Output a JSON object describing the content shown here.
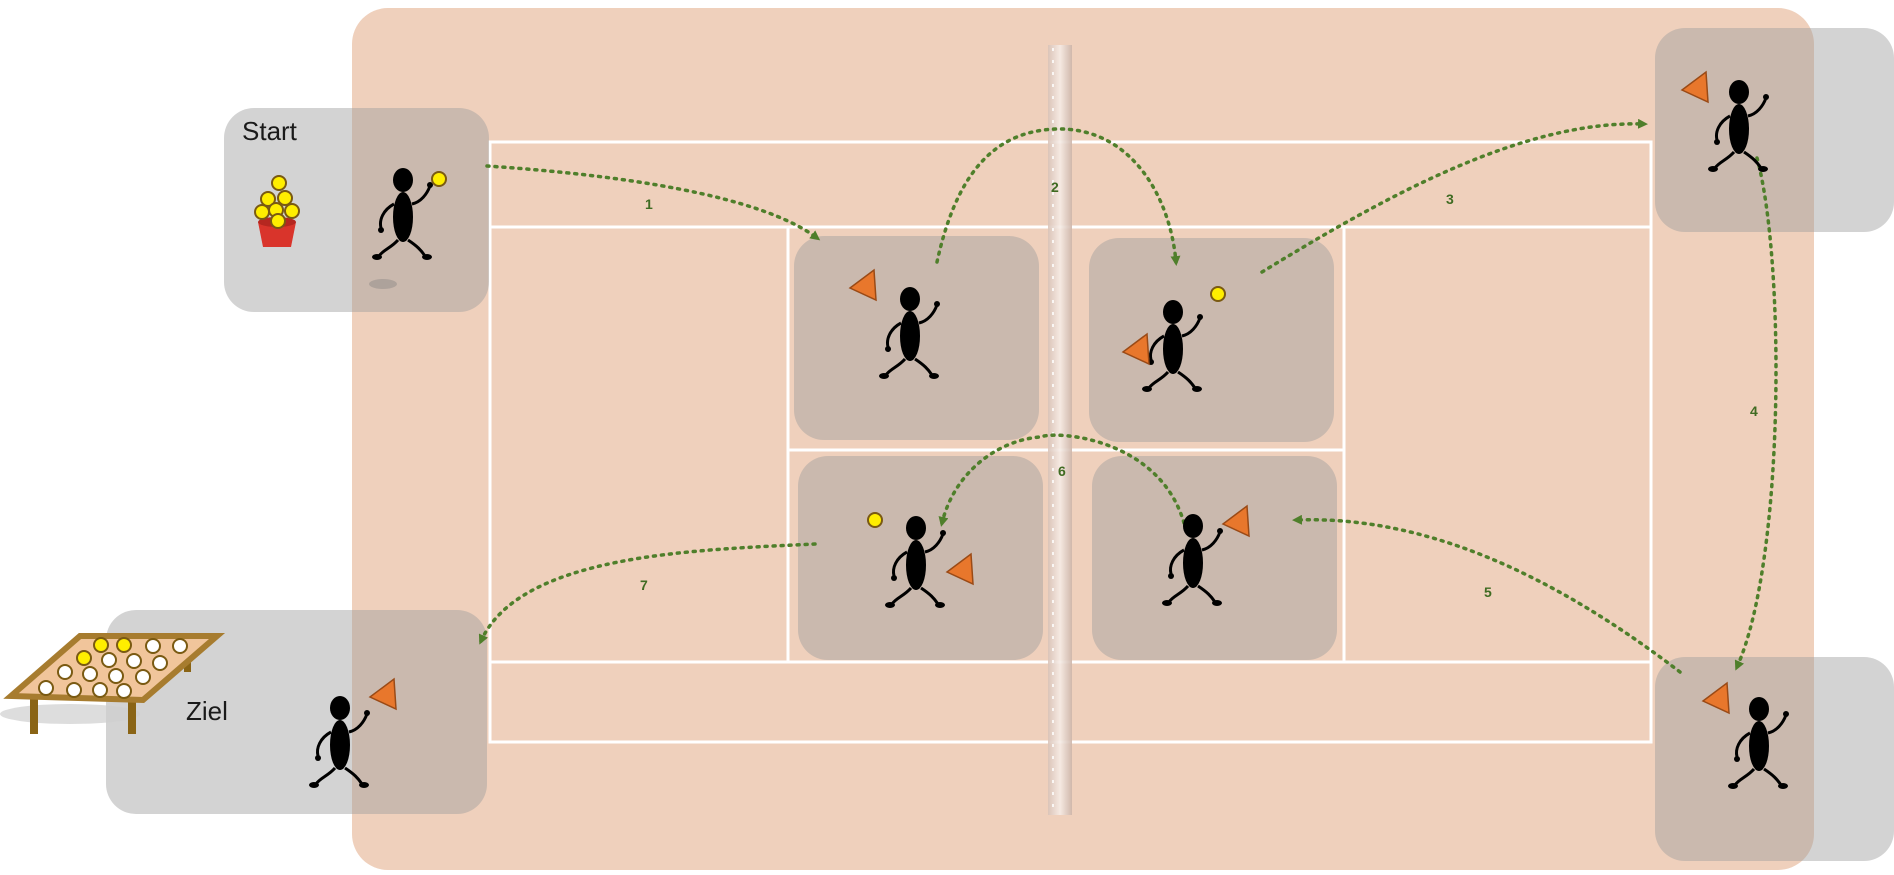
{
  "labels": {
    "start": "Start",
    "finish": "Ziel"
  },
  "routes": [
    "1",
    "2",
    "3",
    "4",
    "5",
    "6",
    "7"
  ],
  "colors": {
    "court_surface": "#efd0bc",
    "court_lines": "#ffffff",
    "zone": "#9e9e9e",
    "arrow": "#4f7f2b",
    "ball": "#ffee00",
    "cone": "#e8772c",
    "bucket": "#d9342b",
    "table": "#a77c2f",
    "figure": "#000000"
  }
}
